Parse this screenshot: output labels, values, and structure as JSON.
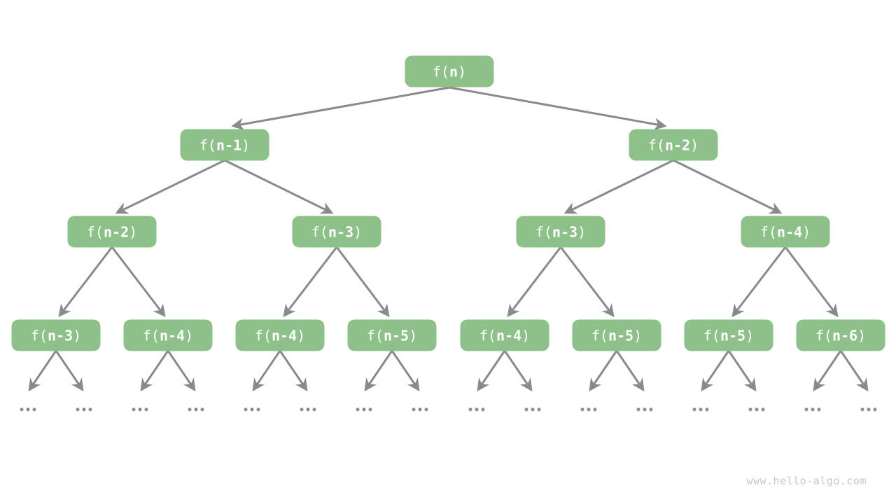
{
  "tree": {
    "levels": [
      {
        "nodes": [
          {
            "pre": "f(",
            "bold": "n",
            "post": ")"
          }
        ]
      },
      {
        "nodes": [
          {
            "pre": "f(",
            "bold": "n-1",
            "post": ")"
          },
          {
            "pre": "f(",
            "bold": "n-2",
            "post": ")"
          }
        ]
      },
      {
        "nodes": [
          {
            "pre": "f(",
            "bold": "n-2",
            "post": ")"
          },
          {
            "pre": "f(",
            "bold": "n-3",
            "post": ")"
          },
          {
            "pre": "f(",
            "bold": "n-3",
            "post": ")"
          },
          {
            "pre": "f(",
            "bold": "n-4",
            "post": ")"
          }
        ]
      },
      {
        "nodes": [
          {
            "pre": "f(",
            "bold": "n-3",
            "post": ")"
          },
          {
            "pre": "f(",
            "bold": "n-4",
            "post": ")"
          },
          {
            "pre": "f(",
            "bold": "n-4",
            "post": ")"
          },
          {
            "pre": "f(",
            "bold": "n-5",
            "post": ")"
          },
          {
            "pre": "f(",
            "bold": "n-4",
            "post": ")"
          },
          {
            "pre": "f(",
            "bold": "n-5",
            "post": ")"
          },
          {
            "pre": "f(",
            "bold": "n-5",
            "post": ")"
          },
          {
            "pre": "f(",
            "bold": "n-6",
            "post": ")"
          }
        ]
      }
    ],
    "ellipsis": {
      "label": "...",
      "group_count": 16
    }
  },
  "watermark": "www.hello-algo.com",
  "colors": {
    "node_fill": "#8ec08a",
    "node_text": "#ffffff",
    "edge": "#8a8a8a",
    "dots": "#8e8e8e",
    "watermark": "#c8c8c8",
    "background": "#ffffff"
  }
}
